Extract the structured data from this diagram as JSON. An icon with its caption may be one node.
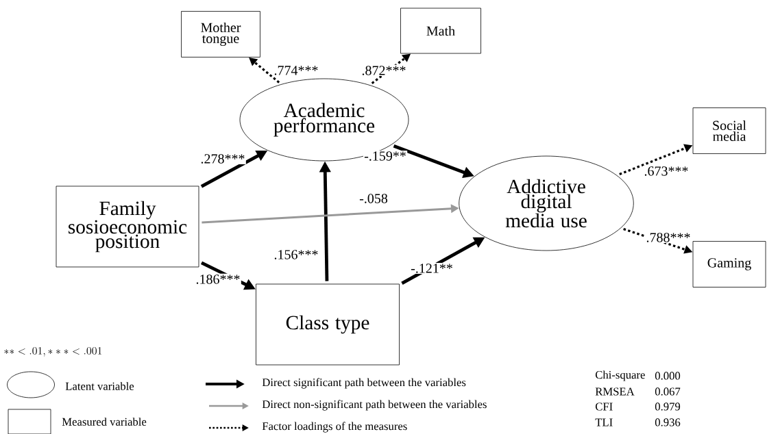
{
  "diagram": {
    "nodes": [
      {
        "text": [
          "Mother tongue"
        ]
      },
      {
        "text": [
          "Math"
        ]
      },
      {
        "text": [
          "Academic performance"
        ]
      },
      {
        "text": [
          "Social media"
        ]
      },
      {
        "text": [
          "Family sosioeconomic position"
        ]
      },
      {
        "text": [
          "Addictive digital media use"
        ]
      },
      {
        "text": [
          "Gaming"
        ]
      },
      {
        "text": [
          "Class type"
        ]
      }
    ],
    "edges": [
      {
        "from": 2,
        "to": 0,
        "arrow": "to",
        "label": ".774***",
        "style": "dashed"
      },
      {
        "from": 2,
        "to": 1,
        "arrow": "to",
        "label": ".872***",
        "style": "dashed"
      },
      {
        "from": 4,
        "to": 2,
        "arrow": "to",
        "label": ".278***"
      },
      {
        "from": 2,
        "to": 5,
        "arrow": "to",
        "label": "-.159**"
      },
      {
        "from": 7,
        "to": 2,
        "arrow": "to",
        "label": ".156***"
      },
      {
        "from": 4,
        "to": 5,
        "arrow": "to",
        "label": "-.058",
        "color": "#999999"
      },
      {
        "from": 4,
        "to": 7,
        "arrow": "to",
        "label": ".186***"
      },
      {
        "from": 7,
        "to": 5,
        "arrow": "to",
        "label": "-.121**"
      },
      {
        "from": 5,
        "to": 3,
        "arrow": "to",
        "label": ".673***",
        "style": "dashed"
      },
      {
        "from": 5,
        "to": 6,
        "arrow": "to",
        "label": ".788***",
        "style": "dashed"
      }
    ],
    "labels": [
      "**<.01, ***<.001",
      "Chi-square",
      "0.000",
      "RMSEA",
      "0.067",
      "CFI",
      "0.979",
      "TLI",
      "0.936"
    ],
    "legend": [
      {
        "text": "Latent variable"
      },
      {
        "text": "Measured variable"
      },
      {
        "text": "Direct significant path between the variables"
      },
      {
        "text": "Direct non-significant path between the variables"
      },
      {
        "text": "Factor loadings of the measures"
      }
    ]
  }
}
